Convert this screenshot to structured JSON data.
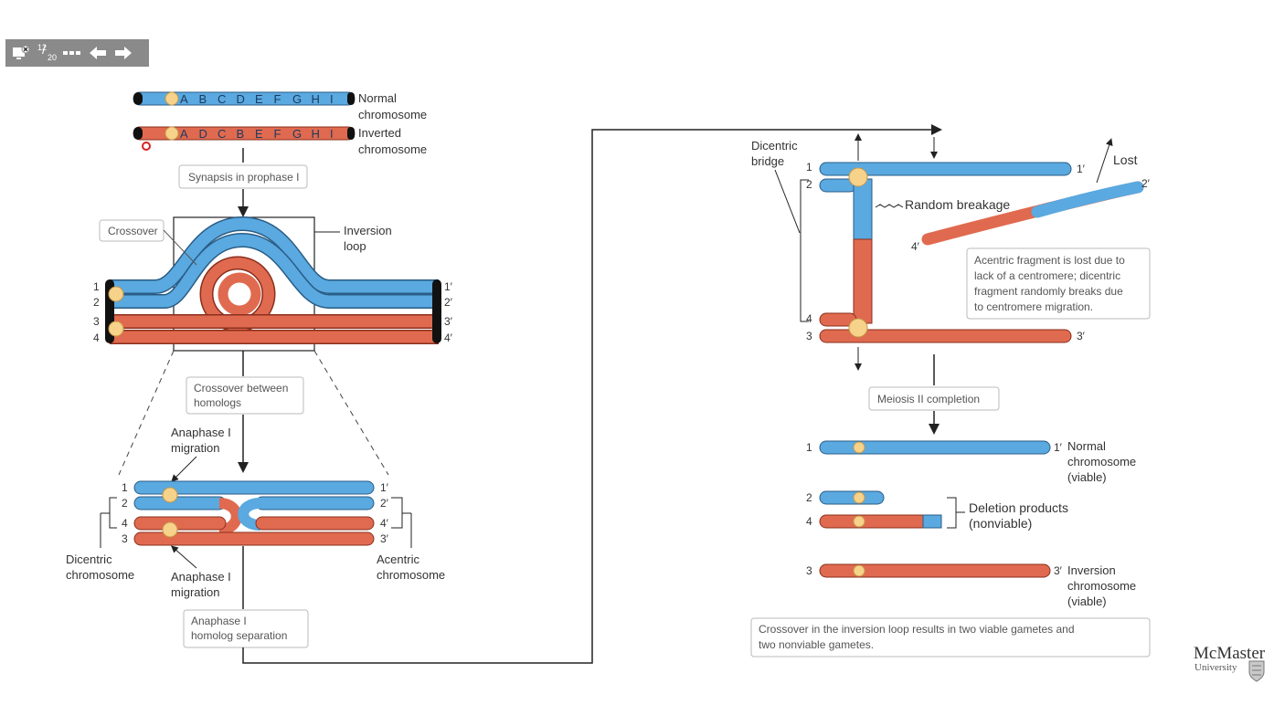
{
  "toolbar": {
    "page_current": "12",
    "page_total": "20",
    "icons": [
      "exit-presentation-icon",
      "page-counter",
      "more-options-icon",
      "previous-slide-icon",
      "next-slide-icon"
    ]
  },
  "left": {
    "normal_label": [
      "Normal",
      "chromosome"
    ],
    "inverted_label": [
      "Inverted",
      "chromosome"
    ],
    "normal_genes": [
      "A",
      "B",
      "C",
      "D",
      "E",
      "F",
      "G",
      "H",
      "I"
    ],
    "inverted_genes": [
      "A",
      "D",
      "C",
      "B",
      "E",
      "F",
      "G",
      "H",
      "I"
    ],
    "synapsis_box": "Synapsis in prophase I",
    "crossover_box": "Crossover",
    "inversion_loop": [
      "Inversion",
      "loop"
    ],
    "loop_strands": [
      "1",
      "2",
      "3",
      "4"
    ],
    "loop_strands_prime": [
      "1′",
      "2′",
      "3′",
      "4′"
    ],
    "crossover_homologs_box": [
      "Crossover between",
      "homologs"
    ],
    "anaphase_migration_top": [
      "Anaphase I",
      "migration"
    ],
    "anaphase_migration_bottom": [
      "Anaphase I",
      "migration"
    ],
    "dicentric_chromosome": [
      "Dicentric",
      "chromosome"
    ],
    "acentric_chromosome": [
      "Acentric",
      "chromosome"
    ],
    "homolog_separation_box": [
      "Anaphase I",
      "homolog separation"
    ]
  },
  "right": {
    "dicentric_bridge": [
      "Dicentric",
      "bridge"
    ],
    "random_breakage": "Random breakage",
    "lost": "Lost",
    "acentric_note": [
      "Acentric fragment is lost due to",
      "lack of a centromere; dicentric",
      "fragment randomly breaks due",
      "to centromere migration."
    ],
    "meiosis_box": "Meiosis II completion",
    "normal_result": [
      "Normal",
      "chromosome",
      "(viable)"
    ],
    "deletion_result": [
      "Deletion products",
      "(nonviable)"
    ],
    "inversion_result": [
      "Inversion",
      "chromosome",
      "(viable)"
    ],
    "summary": [
      "Crossover in the inversion loop results in two viable gametes and",
      "two nonviable gametes."
    ]
  },
  "logo": {
    "name": "McMaster",
    "sub": "University"
  },
  "colors": {
    "blue": "#5aa9e0",
    "red": "#e06a4f",
    "centromere": "#f6d28a",
    "toolbar": "#8a8a8a"
  }
}
